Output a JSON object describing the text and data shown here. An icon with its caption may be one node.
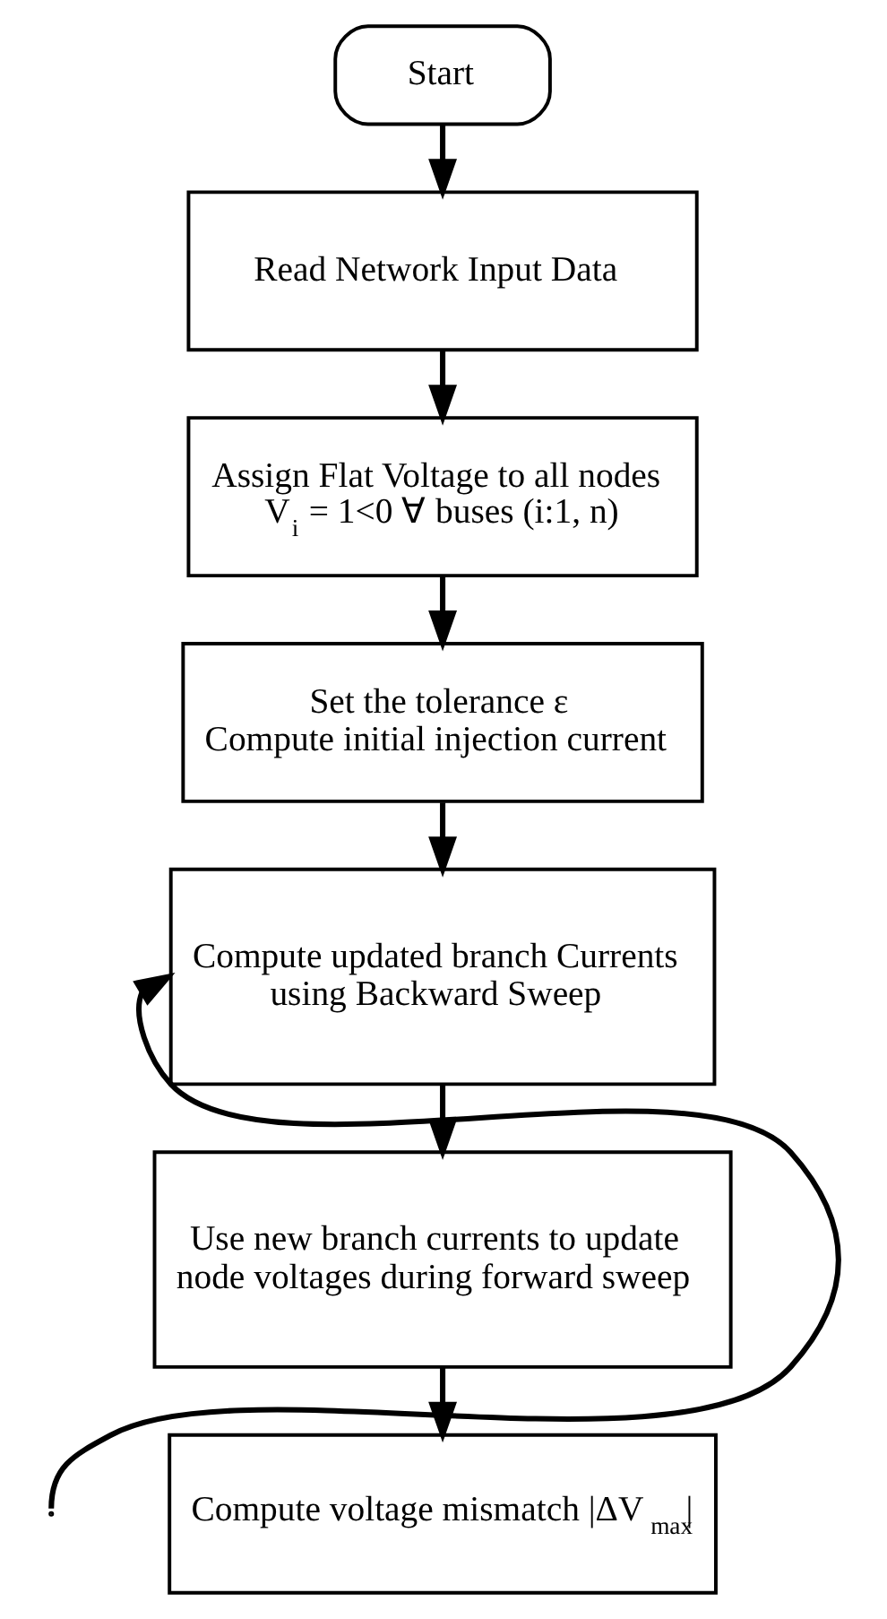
{
  "diagram": {
    "nodes": [
      {
        "text": [
          "Start"
        ]
      },
      {
        "text": [
          "Read Network Input Data"
        ]
      },
      {
        "text": [
          "Assign Flat Voltage to all nodes",
          "V$_{i}$ = 1<0 ∀ buses (i:1, n)"
        ]
      },
      {
        "text": [
          "Set the tolerance ε",
          "Compute initial injection current"
        ]
      },
      {
        "text": [
          "Compute updated branch Currents using Backward Sweep"
        ]
      },
      {
        "text": [
          "Use new branch currents to update node voltages during forward sweep"
        ]
      },
      {
        "text": [
          "Compute voltage mismatch |ΔV$_{max}$|"
        ]
      }
    ],
    "edges": [
      {
        "from": 0,
        "to": 1,
        "arrow": "to"
      },
      {
        "from": 1,
        "to": 2,
        "arrow": "to"
      },
      {
        "from": 2,
        "to": 3,
        "arrow": "to"
      },
      {
        "from": 3,
        "to": 4,
        "arrow": "to"
      },
      {
        "from": 4,
        "to": 5,
        "arrow": "to"
      },
      {
        "from": 5,
        "to": 6,
        "arrow": "to"
      },
      {
        "from": null,
        "to": 4,
        "arrow": "to"
      }
    ]
  }
}
